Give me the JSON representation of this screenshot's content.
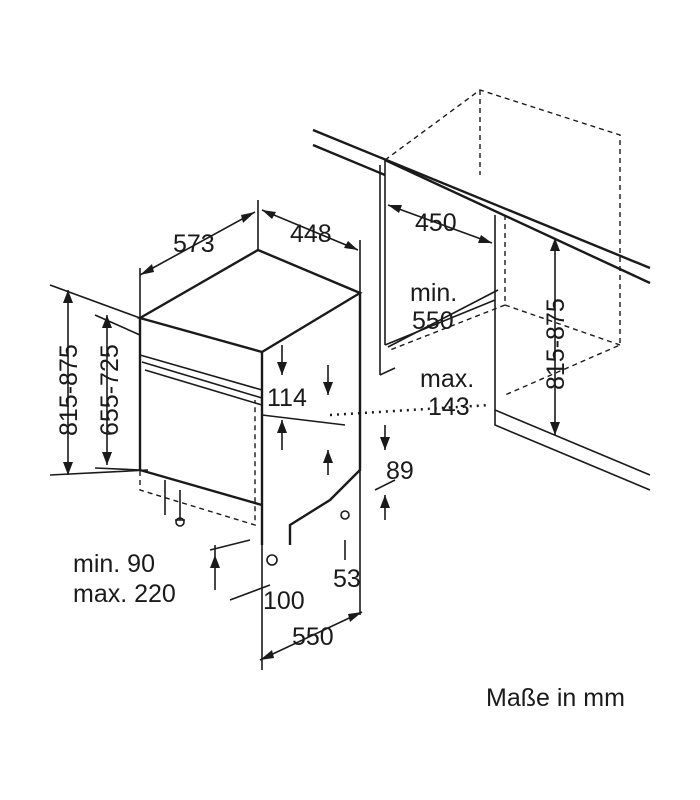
{
  "diagram": {
    "type": "dishwasher installation dimensions",
    "labels": {
      "depth_573": "573",
      "width_448": "448",
      "niche_width_450": "450",
      "niche_depth_min": "min.",
      "niche_depth_550": "550",
      "height_left": "815-875",
      "height_inner": "655-725",
      "height_right": "815-875",
      "panel_114": "114",
      "max_label": "max.",
      "max_143": "143",
      "plinth_89": "89",
      "dim_53": "53",
      "plinth_min": "min. 90",
      "plinth_max": "max. 220",
      "dim_100": "100",
      "depth_550": "550"
    },
    "units_note": "Maße in mm"
  }
}
